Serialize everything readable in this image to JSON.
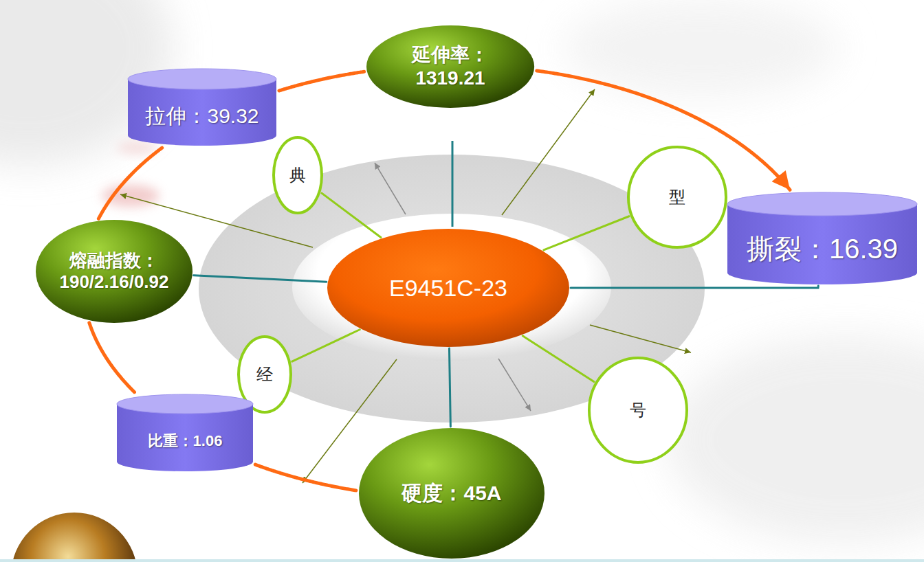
{
  "diagram": {
    "nodes": [
      {
        "text": [
          "延伸率： 1319.21"
        ]
      },
      {
        "text": [
          "拉伸：39.32"
        ]
      },
      {
        "text": [
          "典"
        ]
      },
      {
        "text": [
          "型"
        ]
      },
      {
        "text": [
          "撕裂：16.39"
        ]
      },
      {
        "text": [
          "熔融指数： 190/2.16/0.92"
        ]
      },
      {
        "text": [
          "E9451C-23"
        ]
      },
      {
        "text": [
          "经"
        ]
      },
      {
        "text": [
          "号"
        ]
      },
      {
        "text": [
          "比重：1.06"
        ]
      },
      {
        "text": [
          "硬度：45A"
        ]
      }
    ],
    "edges": [
      {
        "from": 1,
        "to": 0,
        "arrow": "none"
      },
      {
        "from": 0,
        "to": 4,
        "arrow": "to"
      },
      {
        "from": 5,
        "to": 1,
        "arrow": "none"
      },
      {
        "from": 5,
        "to": 9,
        "arrow": "none"
      },
      {
        "from": 9,
        "to": 10,
        "arrow": "none"
      },
      {
        "from": 6,
        "to": 2,
        "arrow": "none"
      },
      {
        "from": 6,
        "to": 3,
        "arrow": "none"
      },
      {
        "from": 6,
        "to": 7,
        "arrow": "none"
      },
      {
        "from": 6,
        "to": 8,
        "arrow": "none"
      },
      {
        "from": 6,
        "to": 5,
        "arrow": "none"
      },
      {
        "from": 6,
        "to": 4,
        "arrow": "none"
      },
      {
        "from": 6,
        "to": 10,
        "arrow": "none"
      }
    ]
  }
}
